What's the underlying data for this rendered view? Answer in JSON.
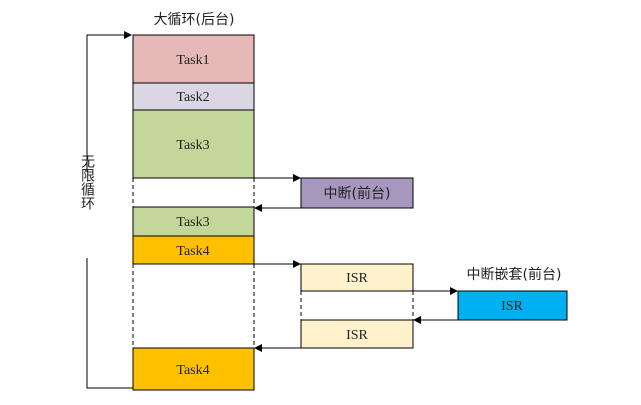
{
  "title": "大循环(后台)",
  "loop_label": "无限循环",
  "interrupt_label": "中断(前台)",
  "nested_label": "中断嵌套(前台)",
  "blocks": {
    "task1": "Task1",
    "task2": "Task2",
    "task3a": "Task3",
    "task3b": "Task3",
    "task4a": "Task4",
    "task4b": "Task4",
    "isr1": "ISR",
    "isr2": "ISR",
    "isr_nested": "ISR"
  },
  "colors": {
    "task1": "#e6b9b8",
    "task2": "#dcd6e4",
    "task3": "#c4d79b",
    "task4": "#ffc000",
    "interrupt": "#a597bd",
    "isr": "#fff1cc",
    "isr_nested": "#00b0f0"
  }
}
